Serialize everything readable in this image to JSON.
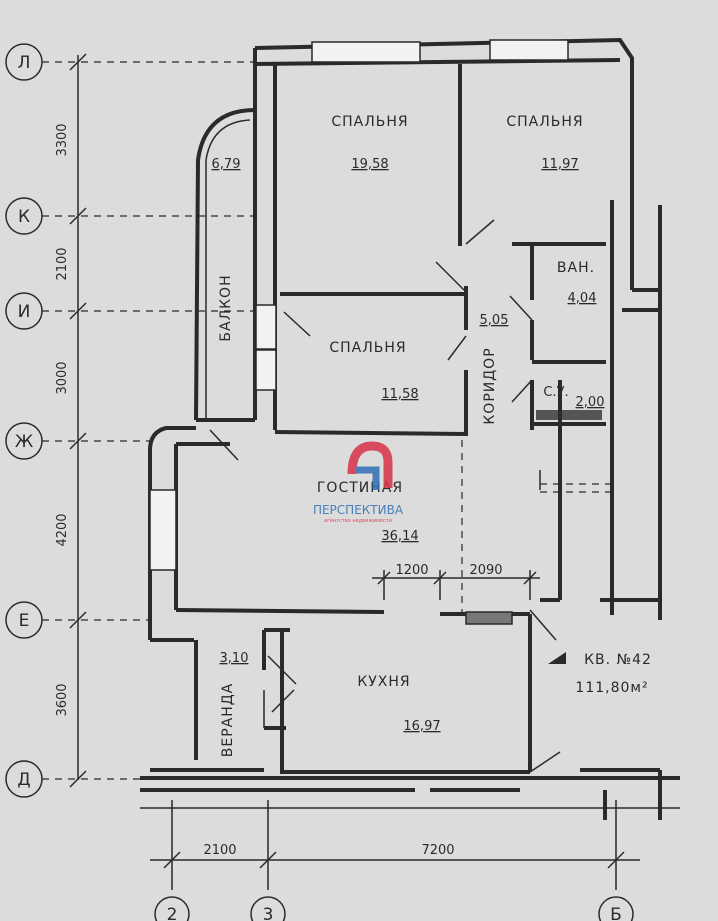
{
  "axes": {
    "rows": [
      "Л",
      "К",
      "И",
      "Ж",
      "Е",
      "Д"
    ],
    "cols": [
      "2",
      "3",
      "Б"
    ],
    "row_spacings": [
      "3300",
      "2100",
      "3000",
      "4200",
      "3600"
    ],
    "col_spacings": [
      "2100",
      "7200"
    ]
  },
  "rooms": {
    "bedroom1": {
      "name": "СПАЛЬНЯ",
      "area": "19,58"
    },
    "bedroom2": {
      "name": "СПАЛЬНЯ",
      "area": "11,97"
    },
    "bedroom3": {
      "name": "СПАЛЬНЯ",
      "area": "11,58"
    },
    "bath": {
      "name": "ВАН.",
      "area": "4,04"
    },
    "wc": {
      "name": "С.У.",
      "area": "2,00"
    },
    "corridor": {
      "name": "КОРИДОР",
      "area": "5,05"
    },
    "balcony": {
      "name": "БАЛКОН",
      "area": "6,79"
    },
    "living": {
      "name": "ГОСТИНАЯ",
      "area": "36,14"
    },
    "kitchen": {
      "name": "КУХНЯ",
      "area": "16,97"
    },
    "veranda": {
      "name": "ВЕРАНДА",
      "area": "3,10"
    }
  },
  "dims": {
    "d1": "1200",
    "d2": "2090"
  },
  "apartment": {
    "label": "КВ. №42",
    "area": "111,80м²"
  },
  "watermark": {
    "name": "ПЕРСПЕКТИВА",
    "sub": "агентство недвижимости"
  },
  "colors": {
    "line": "#2a2a2a",
    "paper": "#dcdcdc",
    "logo_red": "#d8324a",
    "logo_blue": "#2f6fb5"
  }
}
